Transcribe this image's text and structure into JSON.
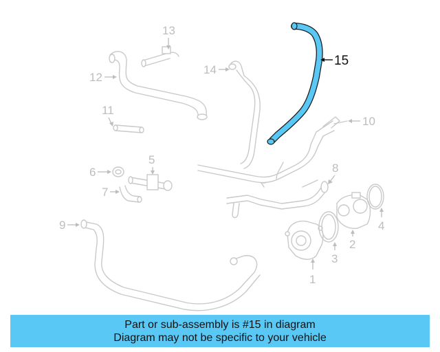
{
  "diagram": {
    "highlight_color": "#5ac8f5",
    "highlight_part": "15",
    "callouts": [
      "1",
      "2",
      "3",
      "4",
      "5",
      "6",
      "7",
      "8",
      "9",
      "10",
      "11",
      "12",
      "13",
      "14",
      "15"
    ]
  },
  "banner": {
    "background": "#5ac8f5",
    "line1": "Part or sub-assembly is #15 in diagram",
    "line2": "Diagram may not be specific to your vehicle"
  }
}
